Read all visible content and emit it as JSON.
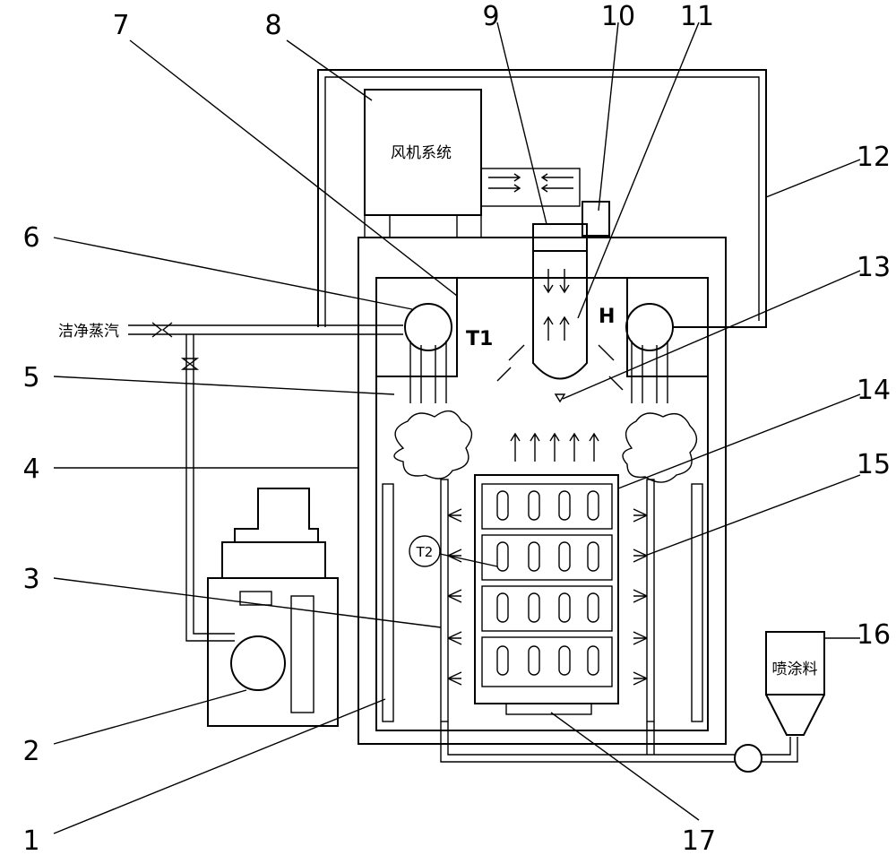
{
  "labels": {
    "fan_system": "风机系统",
    "clean_steam": "洁净蒸汽",
    "spray_material": "喷涂料",
    "t1": "T1",
    "h": "H",
    "t2": "T2"
  },
  "callouts": [
    "1",
    "2",
    "3",
    "4",
    "5",
    "6",
    "7",
    "8",
    "9",
    "10",
    "11",
    "12",
    "13",
    "14",
    "15",
    "16",
    "17"
  ]
}
